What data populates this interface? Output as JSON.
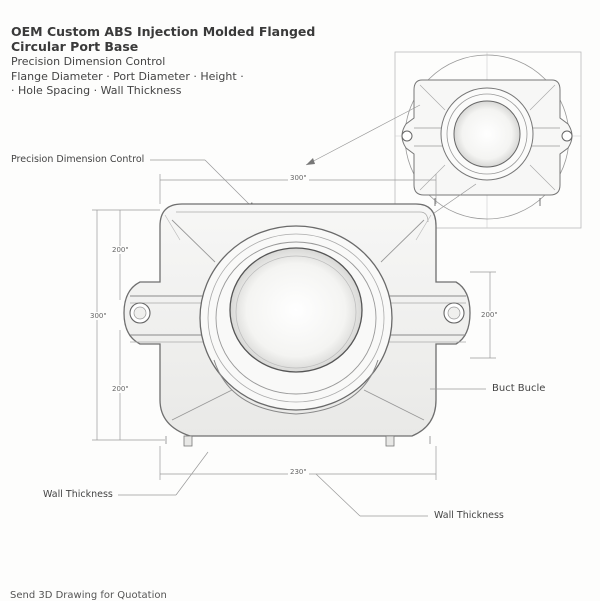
{
  "header": {
    "title_line1": "OEM Custom ABS Injection Molded Flanged",
    "title_line2": "Circular Port Base",
    "subtitle": "Precision Dimension Control",
    "features_line1": "Flange Diameter · Port Diameter · Height ·",
    "features_line2": "· Hole Spacing · Wall Thickness"
  },
  "callouts": {
    "precision": "Precision Dimension Control",
    "buct": "Buct Bucle",
    "wall_left": "Wall Thickness",
    "wall_bottom": "Wall Thickness"
  },
  "dimensions": {
    "top_width": "300\"",
    "left_upper": "200\"",
    "left_total": "300\"",
    "left_lower": "200\"",
    "right_height": "200\"",
    "bottom_width": "230\""
  },
  "footer": {
    "cta": "Send 3D Drawing for Quotation"
  }
}
